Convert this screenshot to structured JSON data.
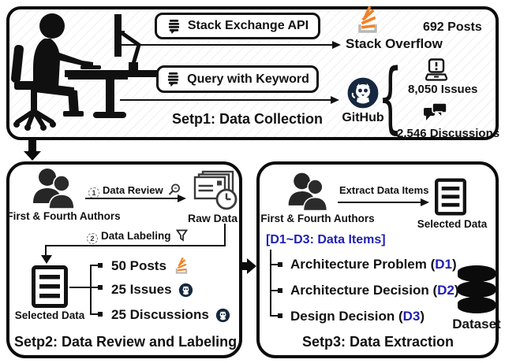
{
  "colors": {
    "blue": "#1f1fb4",
    "orange": "#f48024",
    "navy": "#16283f"
  },
  "step1": {
    "title": "Setp1: Data Collection",
    "api_button": "Stack Exchange API",
    "query_button": "Query with Keyword",
    "stackoverflow_label": "Stack Overflow",
    "posts_count": "692 Posts",
    "github_label": "GitHub",
    "issues_count": "8,050 Issues",
    "discussions_count": "2,546 Discussions"
  },
  "step2": {
    "title": "Setp2: Data Review and Labeling",
    "authors_label": "First & Fourth Authors",
    "review_step_num": "1",
    "review_label": "Data Review",
    "labeling_step_num": "2",
    "labeling_label": "Data Labeling",
    "raw_data_label": "Raw Data",
    "selected_data_label": "Selected Data",
    "items": [
      "50 Posts",
      "25 Issues",
      "25 Discussions"
    ]
  },
  "step3": {
    "title": "Setp3: Data Extraction",
    "authors_label": "First & Fourth Authors",
    "extract_label": "Extract Data Items",
    "selected_data_label": "Selected Data",
    "data_items_header": "[D1~D3: Data Items]",
    "items": [
      {
        "text": "Architecture Problem (",
        "code": "D1",
        "close": ")"
      },
      {
        "text": "Architecture Decision (",
        "code": "D2",
        "close": ")"
      },
      {
        "text": "Design Decision (",
        "code": "D3",
        "close": ")"
      }
    ],
    "dataset_label": "Dataset"
  }
}
